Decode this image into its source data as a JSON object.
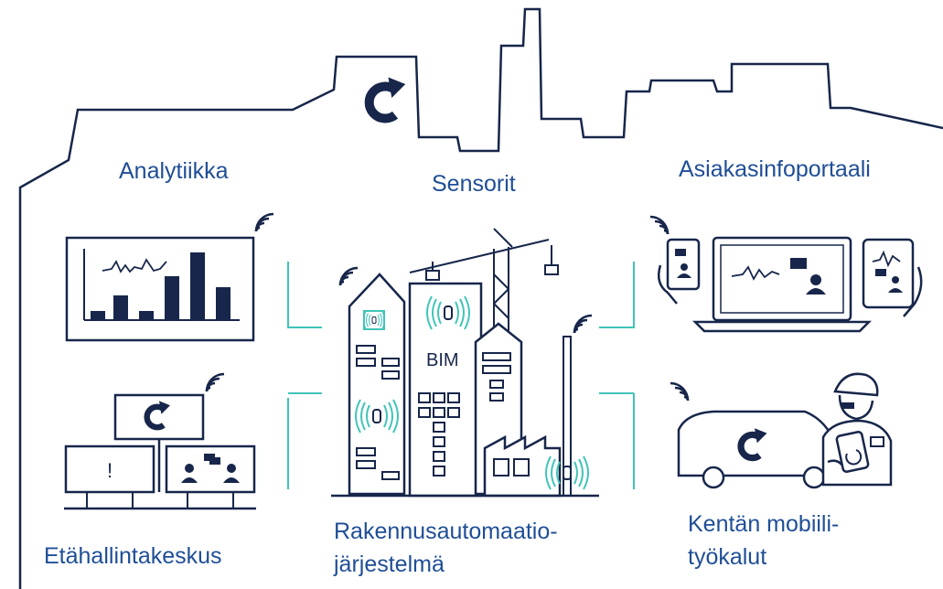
{
  "labels": {
    "analytics": "Analytiikka",
    "sensors": "Sensorit",
    "customer_portal": "Asiakasinfoportaali",
    "remote_center": "Etähallintakeskus",
    "bas_line1": "Rakennusautomaatio-",
    "bas_line2": "järjestelmä",
    "mobile_line1": "Kentän mobiili-",
    "mobile_line2": "työkalut"
  },
  "building_sign": "BIM",
  "colors": {
    "navy": "#17264a",
    "label_blue": "#1f4e96",
    "teal": "#41c4b8"
  },
  "icons": [
    "refresh-logo-icon",
    "wifi-icon",
    "bar-chart-icon",
    "crane-icon",
    "tablet-icon",
    "laptop-icon",
    "van-icon",
    "worker-icon"
  ]
}
